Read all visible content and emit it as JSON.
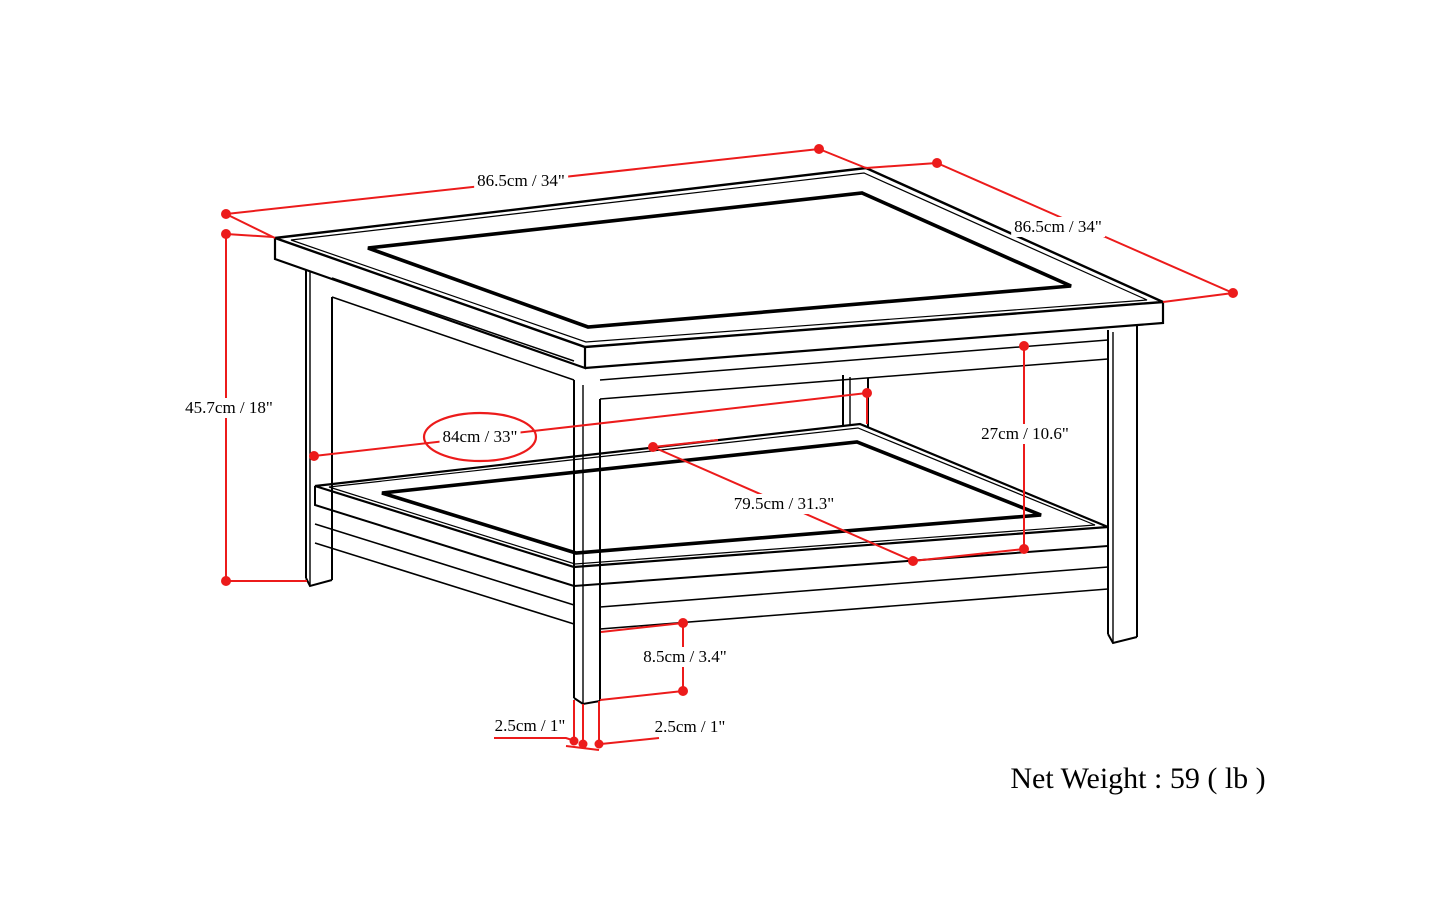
{
  "diagram": {
    "kind": "furniture-dimension-drawing",
    "product": "square coffee table with lower shelf",
    "background_color": "#ffffff",
    "outline_color": "#000000",
    "dimension_color": "#ec1b1b"
  },
  "dimensions": {
    "top_width": "86.5cm / 34\"",
    "top_depth": "86.5cm / 34\"",
    "overall_height": "45.7cm / 18\"",
    "shelf_width": "84cm / 33\"",
    "shelf_clearance": "27cm / 10.6\"",
    "shelf_depth": "79.5cm / 31.3\"",
    "floor_clearance": "8.5cm / 3.4\"",
    "leg_face_left": "2.5cm / 1\"",
    "leg_face_right": "2.5cm / 1\""
  },
  "net_weight_text": "Net Weight : 59 ( lb )"
}
